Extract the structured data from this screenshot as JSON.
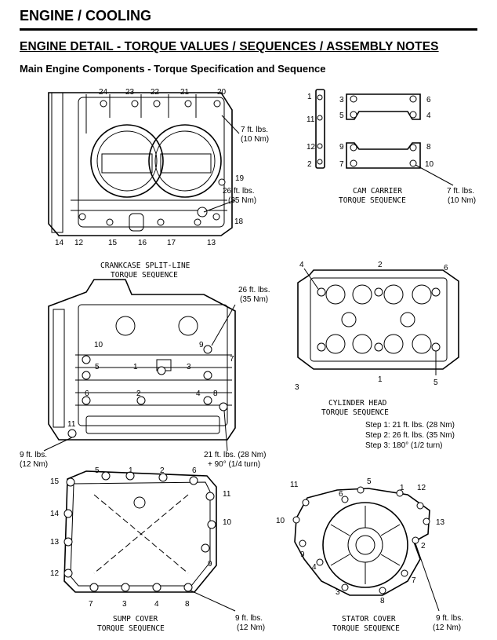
{
  "header": {
    "title": "ENGINE / COOLING",
    "subtitle": "ENGINE DETAIL - TORQUE VALUES / SEQUENCES / ASSEMBLY NOTES",
    "section": "Main Engine Components - Torque Specification and Sequence"
  },
  "crankcase": {
    "caption1": "CRANKCASE SPLIT-LINE",
    "caption2": "TORQUE SEQUENCE",
    "torque_a1": "7 ft. lbs.",
    "torque_a2": "(10 Nm)",
    "torque_b1": "26 ft. lbs.",
    "torque_b2": "(35 Nm)",
    "numbers": [
      "24",
      "23",
      "22",
      "21",
      "20",
      "19",
      "18",
      "17",
      "16",
      "15",
      "14",
      "12",
      "13"
    ]
  },
  "cam": {
    "caption1": "CAM CARRIER",
    "caption2": "TORQUE SEQUENCE",
    "torque1": "7 ft. lbs.",
    "torque2": "(10 Nm)",
    "numbers": [
      "1",
      "11",
      "12",
      "2",
      "3",
      "5",
      "9",
      "7",
      "6",
      "4",
      "8",
      "10"
    ]
  },
  "crank_bottom": {
    "torque_a1": "26 ft. lbs.",
    "torque_a2": "(35 Nm)",
    "torque_b1": "9 ft. lbs.",
    "torque_b2": "(12 Nm)",
    "torque_c1": "21 ft. lbs. (28 Nm)",
    "torque_c2": "+ 90° (1/4 turn)",
    "numbers": [
      "10",
      "9",
      "7",
      "5",
      "1",
      "3",
      "6",
      "2",
      "4",
      "8",
      "11"
    ]
  },
  "cylinder_head": {
    "caption1": "CYLINDER HEAD",
    "caption2": "TORQUE SEQUENCE",
    "step1": "Step 1: 21 ft. lbs. (28 Nm)",
    "step2": "Step 2: 26 ft. lbs. (35 Nm)",
    "step3": "Step 3: 180° (1/2 turn)",
    "numbers": [
      "4",
      "2",
      "6",
      "3",
      "1",
      "5"
    ]
  },
  "sump": {
    "caption1": "SUMP COVER",
    "caption2": "TORQUE SEQUENCE",
    "torque1": "9 ft. lbs.",
    "torque2": "(12 Nm)",
    "numbers": [
      "15",
      "5",
      "1",
      "2",
      "6",
      "11",
      "14",
      "10",
      "13",
      "9",
      "12",
      "7",
      "3",
      "4",
      "8"
    ]
  },
  "stator": {
    "caption1": "STATOR COVER",
    "caption2": "TORQUE SEQUENCE",
    "torque1": "9 ft. lbs.",
    "torque2": "(12 Nm)",
    "numbers": [
      "11",
      "5",
      "6",
      "1",
      "12",
      "10",
      "13",
      "9",
      "2",
      "4",
      "7",
      "3",
      "8"
    ]
  }
}
